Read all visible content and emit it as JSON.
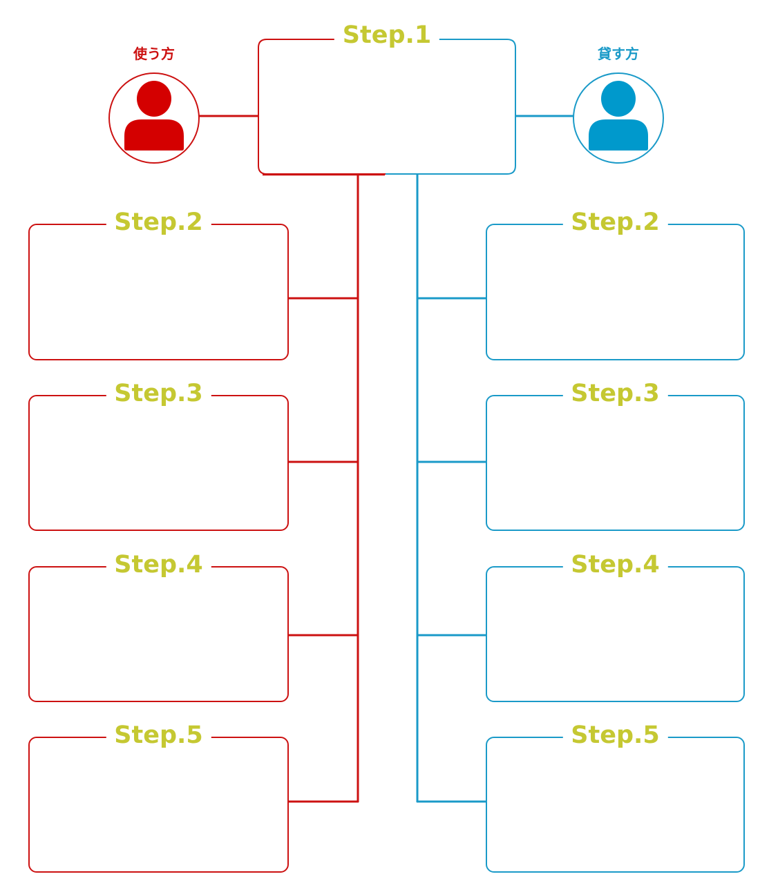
{
  "colors": {
    "user": "#cc1111",
    "lender": "#1a9ac8",
    "step_label": "#c5c832"
  },
  "roles": {
    "user": {
      "label": "使う方",
      "icon": "user-person-icon"
    },
    "lender": {
      "label": "貸す方",
      "icon": "lender-person-icon"
    }
  },
  "step1": {
    "label": "Step.1"
  },
  "left_steps": [
    {
      "label": "Step.2"
    },
    {
      "label": "Step.3"
    },
    {
      "label": "Step.4"
    },
    {
      "label": "Step.5"
    }
  ],
  "right_steps": [
    {
      "label": "Step.2"
    },
    {
      "label": "Step.3"
    },
    {
      "label": "Step.4"
    },
    {
      "label": "Step.5"
    }
  ]
}
